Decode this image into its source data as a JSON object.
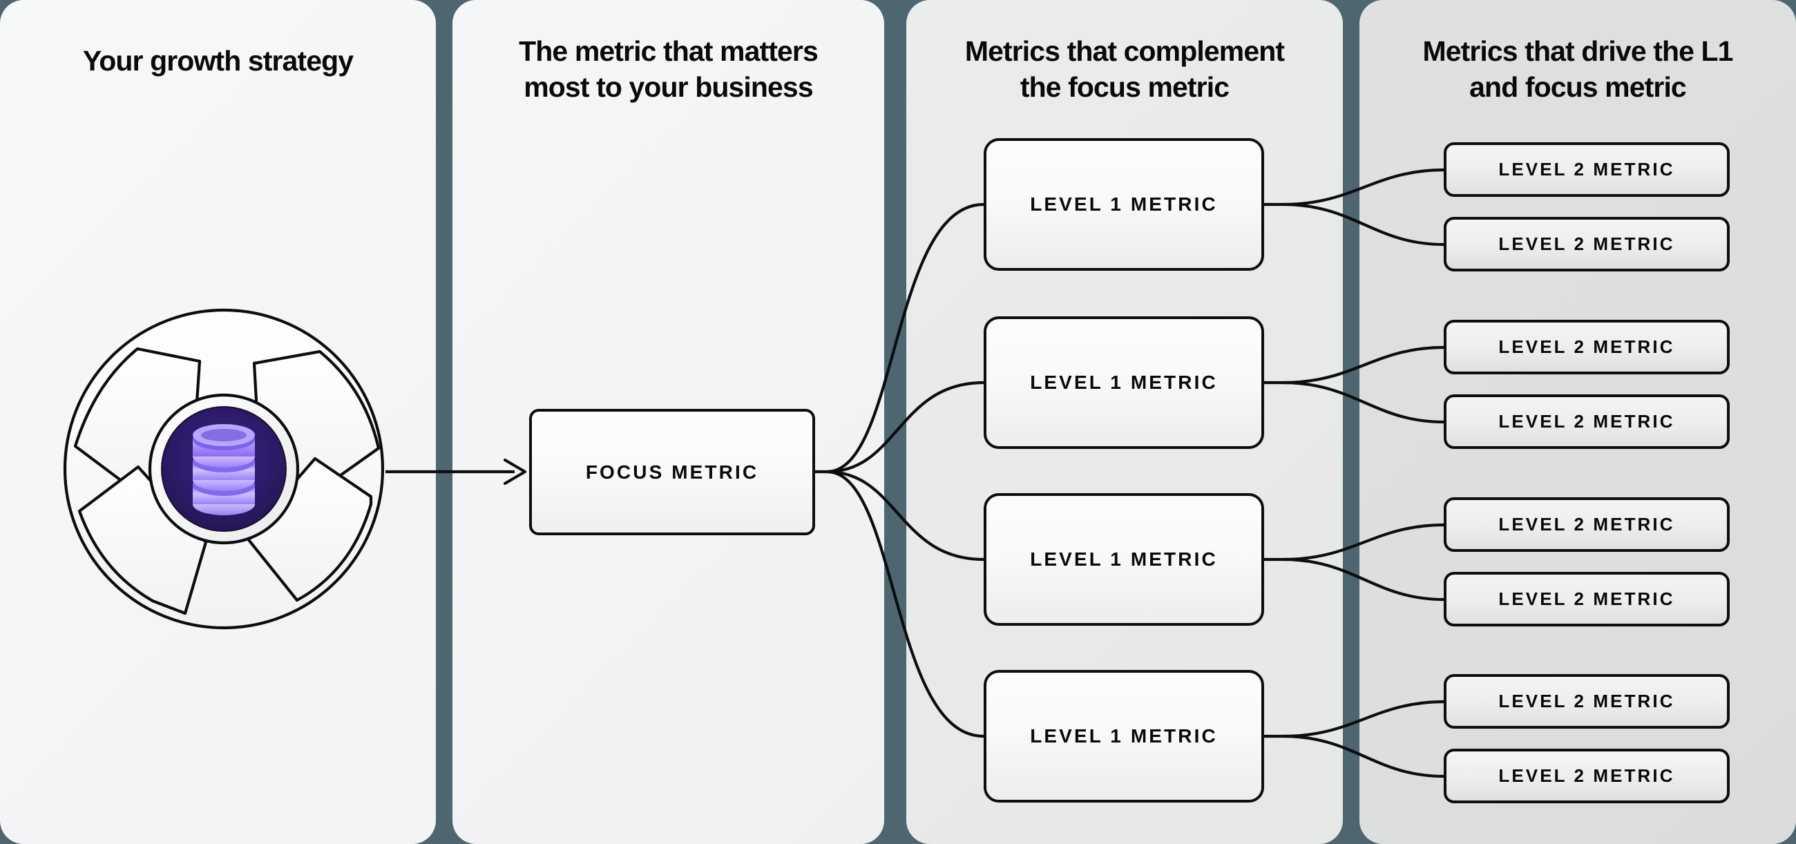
{
  "theme": {
    "page_background": "#4d6670",
    "divider_color": "#4d6670",
    "ink": "#0b0d0e",
    "logo_core_purple": "#2d1c6b",
    "logo_db_purple": "#7c5cf0",
    "logo_db_highlight": "#c9bdfb"
  },
  "columns": [
    {
      "id": "col-strategy",
      "title": "Your growth strategy"
    },
    {
      "id": "col-focus",
      "title": "The metric that matters\nmost to your business"
    },
    {
      "id": "col-level1",
      "title": "Metrics that complement\nthe focus metric"
    },
    {
      "id": "col-level2",
      "title": "Metrics that drive the L1\nand focus metric"
    }
  ],
  "logo": {
    "name": "aperture-database-logo",
    "alt": "Circular aperture shutter with a purple database core"
  },
  "focus_node": {
    "label": "FOCUS METRIC"
  },
  "level1_nodes": [
    {
      "label": "LEVEL 1 METRIC"
    },
    {
      "label": "LEVEL 1 METRIC"
    },
    {
      "label": "LEVEL 1 METRIC"
    },
    {
      "label": "LEVEL 1 METRIC"
    }
  ],
  "level2_nodes": [
    {
      "label": "LEVEL 2 METRIC"
    },
    {
      "label": "LEVEL 2 METRIC"
    },
    {
      "label": "LEVEL 2 METRIC"
    },
    {
      "label": "LEVEL 2 METRIC"
    },
    {
      "label": "LEVEL 2 METRIC"
    },
    {
      "label": "LEVEL 2 METRIC"
    },
    {
      "label": "LEVEL 2 METRIC"
    },
    {
      "label": "LEVEL 2 METRIC"
    }
  ]
}
